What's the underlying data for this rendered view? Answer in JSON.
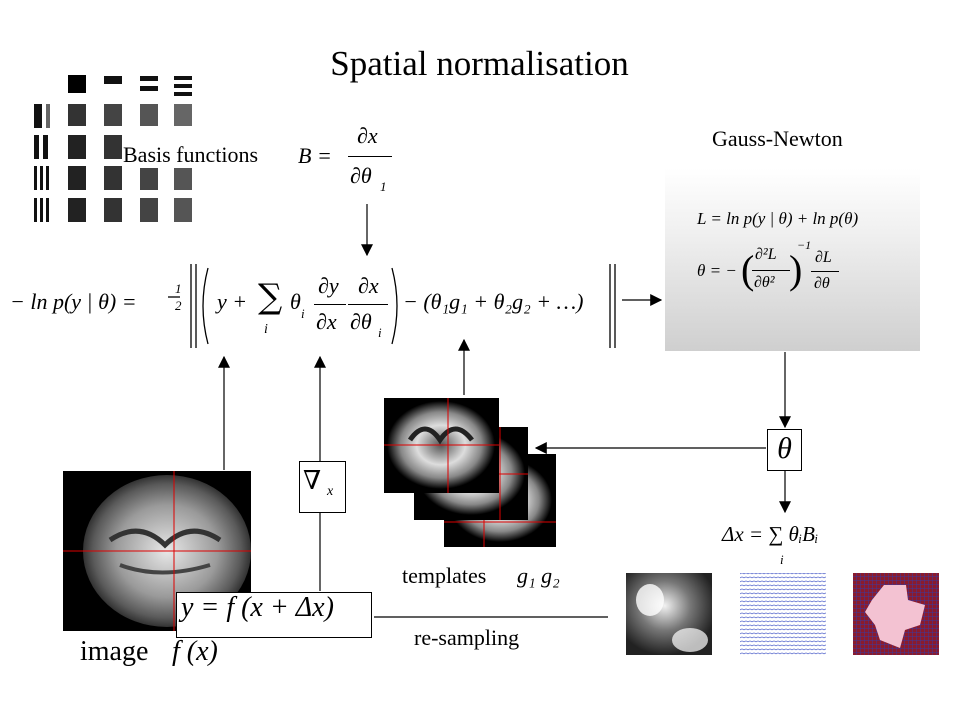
{
  "title": "Spatial normalisation",
  "basis": {
    "label": "Basis functions",
    "eq_lhs": "B =",
    "eq_num": "∂x",
    "eq_den": "∂θ",
    "eq_den_sub": "1"
  },
  "gauss_newton": {
    "label": "Gauss-Newton",
    "eq1": "L = ln p(y | θ) + ln p(θ)",
    "eq2_lhs": "θ = −",
    "eq2_num": "∂²L",
    "eq2_den": "∂θ²",
    "eq2_exp": "−1",
    "eq2_rnum": "∂L",
    "eq2_rden": "∂θ"
  },
  "objective": {
    "lhs": "− ln p(y | θ) =",
    "half_num": "1",
    "half_den": "2",
    "y_plus": "y +",
    "sum": "∑",
    "sum_sub": "i",
    "theta_i": "θ",
    "theta_i_sub": "i",
    "dy": "∂y",
    "dx": "∂x",
    "dx2": "∂x",
    "dtheta": "∂θ",
    "dtheta_sub": "i",
    "minus_templates": "− (θ₁g₁ + θ₂g₂ + …)"
  },
  "theta_box": "θ",
  "grad_box": "∇",
  "grad_sub": "x",
  "delta_eq": "Δx = ∑ θᵢBᵢ",
  "delta_sub": "i",
  "templates_label": "templates",
  "templates_vars": "g₁ g₂",
  "resample_eq": "y = f (x + Δx)",
  "resampling_label": "re-sampling",
  "image_label": "image",
  "image_var": "f (x)"
}
